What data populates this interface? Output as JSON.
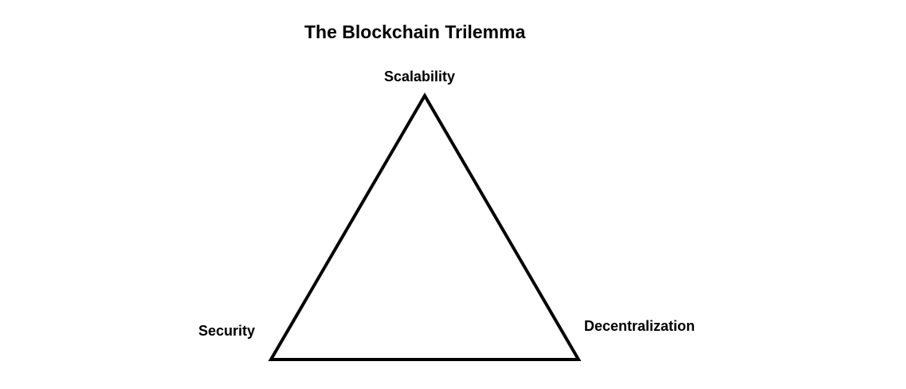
{
  "title": "The Blockchain Trilemma",
  "vertices": {
    "top": "Scalability",
    "bottom_left": "Security",
    "bottom_right": "Decentralization"
  }
}
